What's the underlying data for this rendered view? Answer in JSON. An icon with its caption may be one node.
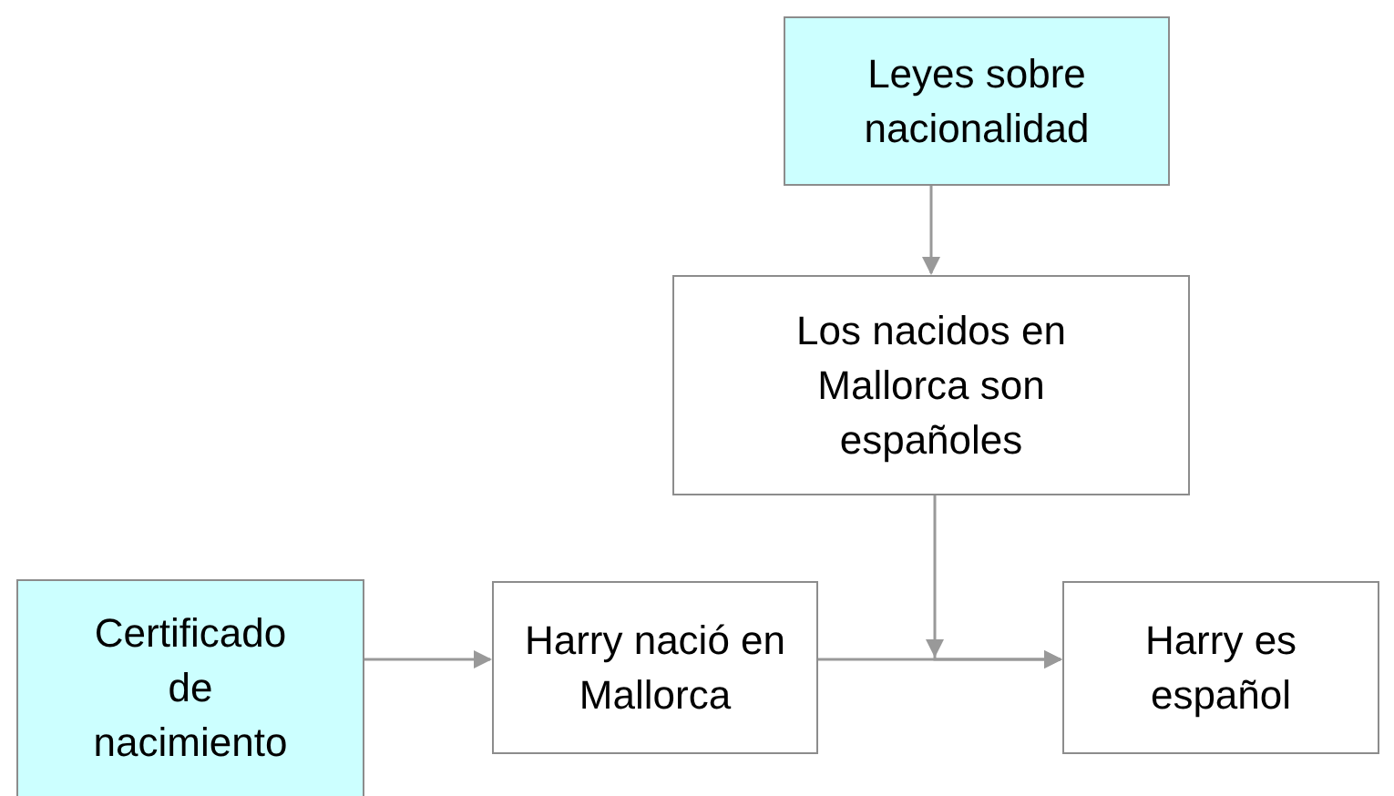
{
  "diagram": {
    "nodes": [
      {
        "text": [
          "Leyes sobre nacionalidad"
        ]
      },
      {
        "text": [
          "Los nacidos en Mallorca son españoles"
        ]
      },
      {
        "text": [
          "Certificado de nacimiento"
        ]
      },
      {
        "text": [
          "Harry nació en Mallorca"
        ]
      },
      {
        "text": [
          "Harry es español"
        ]
      }
    ],
    "edges": [
      {
        "from": 0,
        "to": 1,
        "arrow": "to"
      },
      {
        "from": 2,
        "to": 3,
        "arrow": "to"
      },
      {
        "from": 3,
        "to": 4,
        "arrow": "to"
      },
      {
        "from": 1,
        "to": 4,
        "arrow": "to"
      }
    ]
  }
}
